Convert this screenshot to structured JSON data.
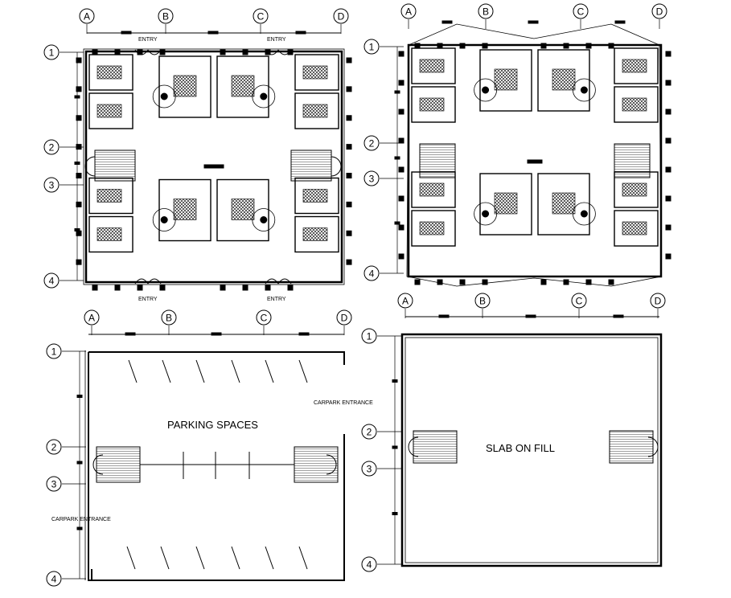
{
  "grid": {
    "columns": [
      "A",
      "B",
      "C",
      "D"
    ],
    "rows": [
      "1",
      "2",
      "3",
      "4"
    ]
  },
  "labels": {
    "entry": "ENTRY",
    "parking_spaces": "PARKING SPACES",
    "carpark_entrance": "CARPARK ENTRANCE",
    "slab_on_fill": "SLAB ON FILL"
  }
}
